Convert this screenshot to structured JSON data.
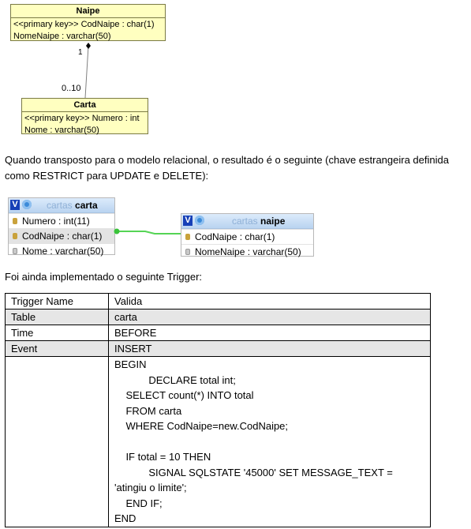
{
  "uml": {
    "naipe": {
      "title": "Naipe",
      "attrs": [
        "<<primary key>>  CodNaipe : char(1)",
        "NomeNaipe : varchar(50)"
      ]
    },
    "carta": {
      "title": "Carta",
      "attrs": [
        "<<primary key>>  Numero : int",
        "Nome : varchar(50)"
      ]
    },
    "mult_one": "1",
    "mult_many": "0..10"
  },
  "intro_text": "Quando transposto para o modelo relacional, o resultado é o seguinte (chave estrangeira definida como RESTRICT para UPDATE e DELETE):",
  "designer": {
    "v_label": "V",
    "carta": {
      "db": "cartas",
      "name": "carta",
      "rows": [
        "Numero : int(11)",
        "CodNaipe : char(1)",
        "Nome : varchar(50)"
      ]
    },
    "naipe": {
      "db": "cartas",
      "name": "naipe",
      "rows": [
        "CodNaipe : char(1)",
        "NomeNaipe : varchar(50)"
      ]
    }
  },
  "trigger_intro": "Foi ainda implementado o seguinte Trigger:",
  "trigger": {
    "rows": [
      {
        "label": "Trigger Name",
        "value": "Valida"
      },
      {
        "label": "Table",
        "value": "carta"
      },
      {
        "label": "Time",
        "value": "BEFORE"
      },
      {
        "label": "Event",
        "value": "INSERT"
      }
    ],
    "code": [
      "BEGIN",
      "            DECLARE total int;",
      "    SELECT count(*) INTO total",
      "    FROM carta",
      "    WHERE CodNaipe=new.CodNaipe;",
      "",
      "    IF total = 10 THEN",
      "            SIGNAL SQLSTATE '45000' SET MESSAGE_TEXT =",
      "'atingiu o limite';",
      "    END IF;",
      "END"
    ]
  }
}
